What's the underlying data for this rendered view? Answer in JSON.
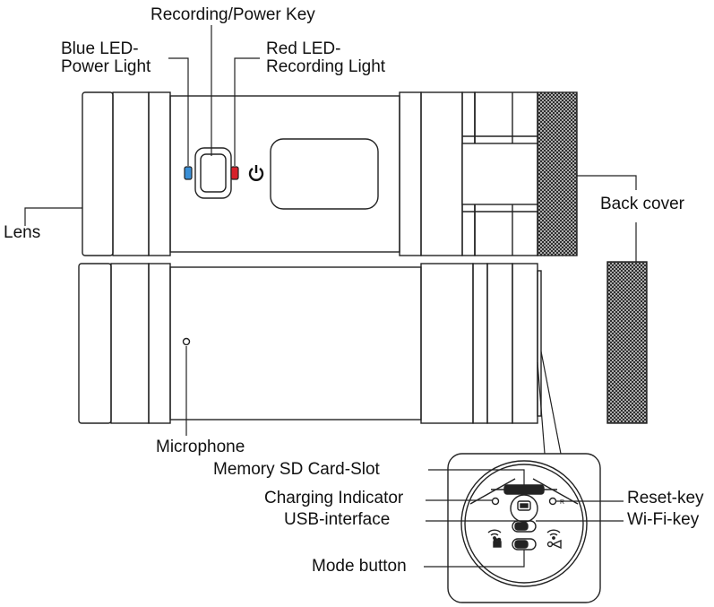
{
  "labels": {
    "recording_power_key": "Recording/Power Key",
    "blue_led_line1": "Blue LED-",
    "blue_led_line2": "Power Light",
    "red_led_line1": "Red LED-",
    "red_led_line2": "Recording Light",
    "lens": "Lens",
    "back_cover": "Back cover",
    "microphone": "Microphone",
    "memory_sd_slot": "Memory SD Card-Slot",
    "charging_indicator": "Charging Indicator",
    "usb_interface": "USB-interface",
    "mode_button": "Mode button",
    "reset_key": "Reset-key",
    "wifi_key": "Wi-Fi-key",
    "reset_mark": "R"
  },
  "colors": {
    "blue_led": "#3a8fd6",
    "red_led": "#d6202a",
    "outline": "#222222",
    "cover_texture": "#3a3a3a"
  }
}
